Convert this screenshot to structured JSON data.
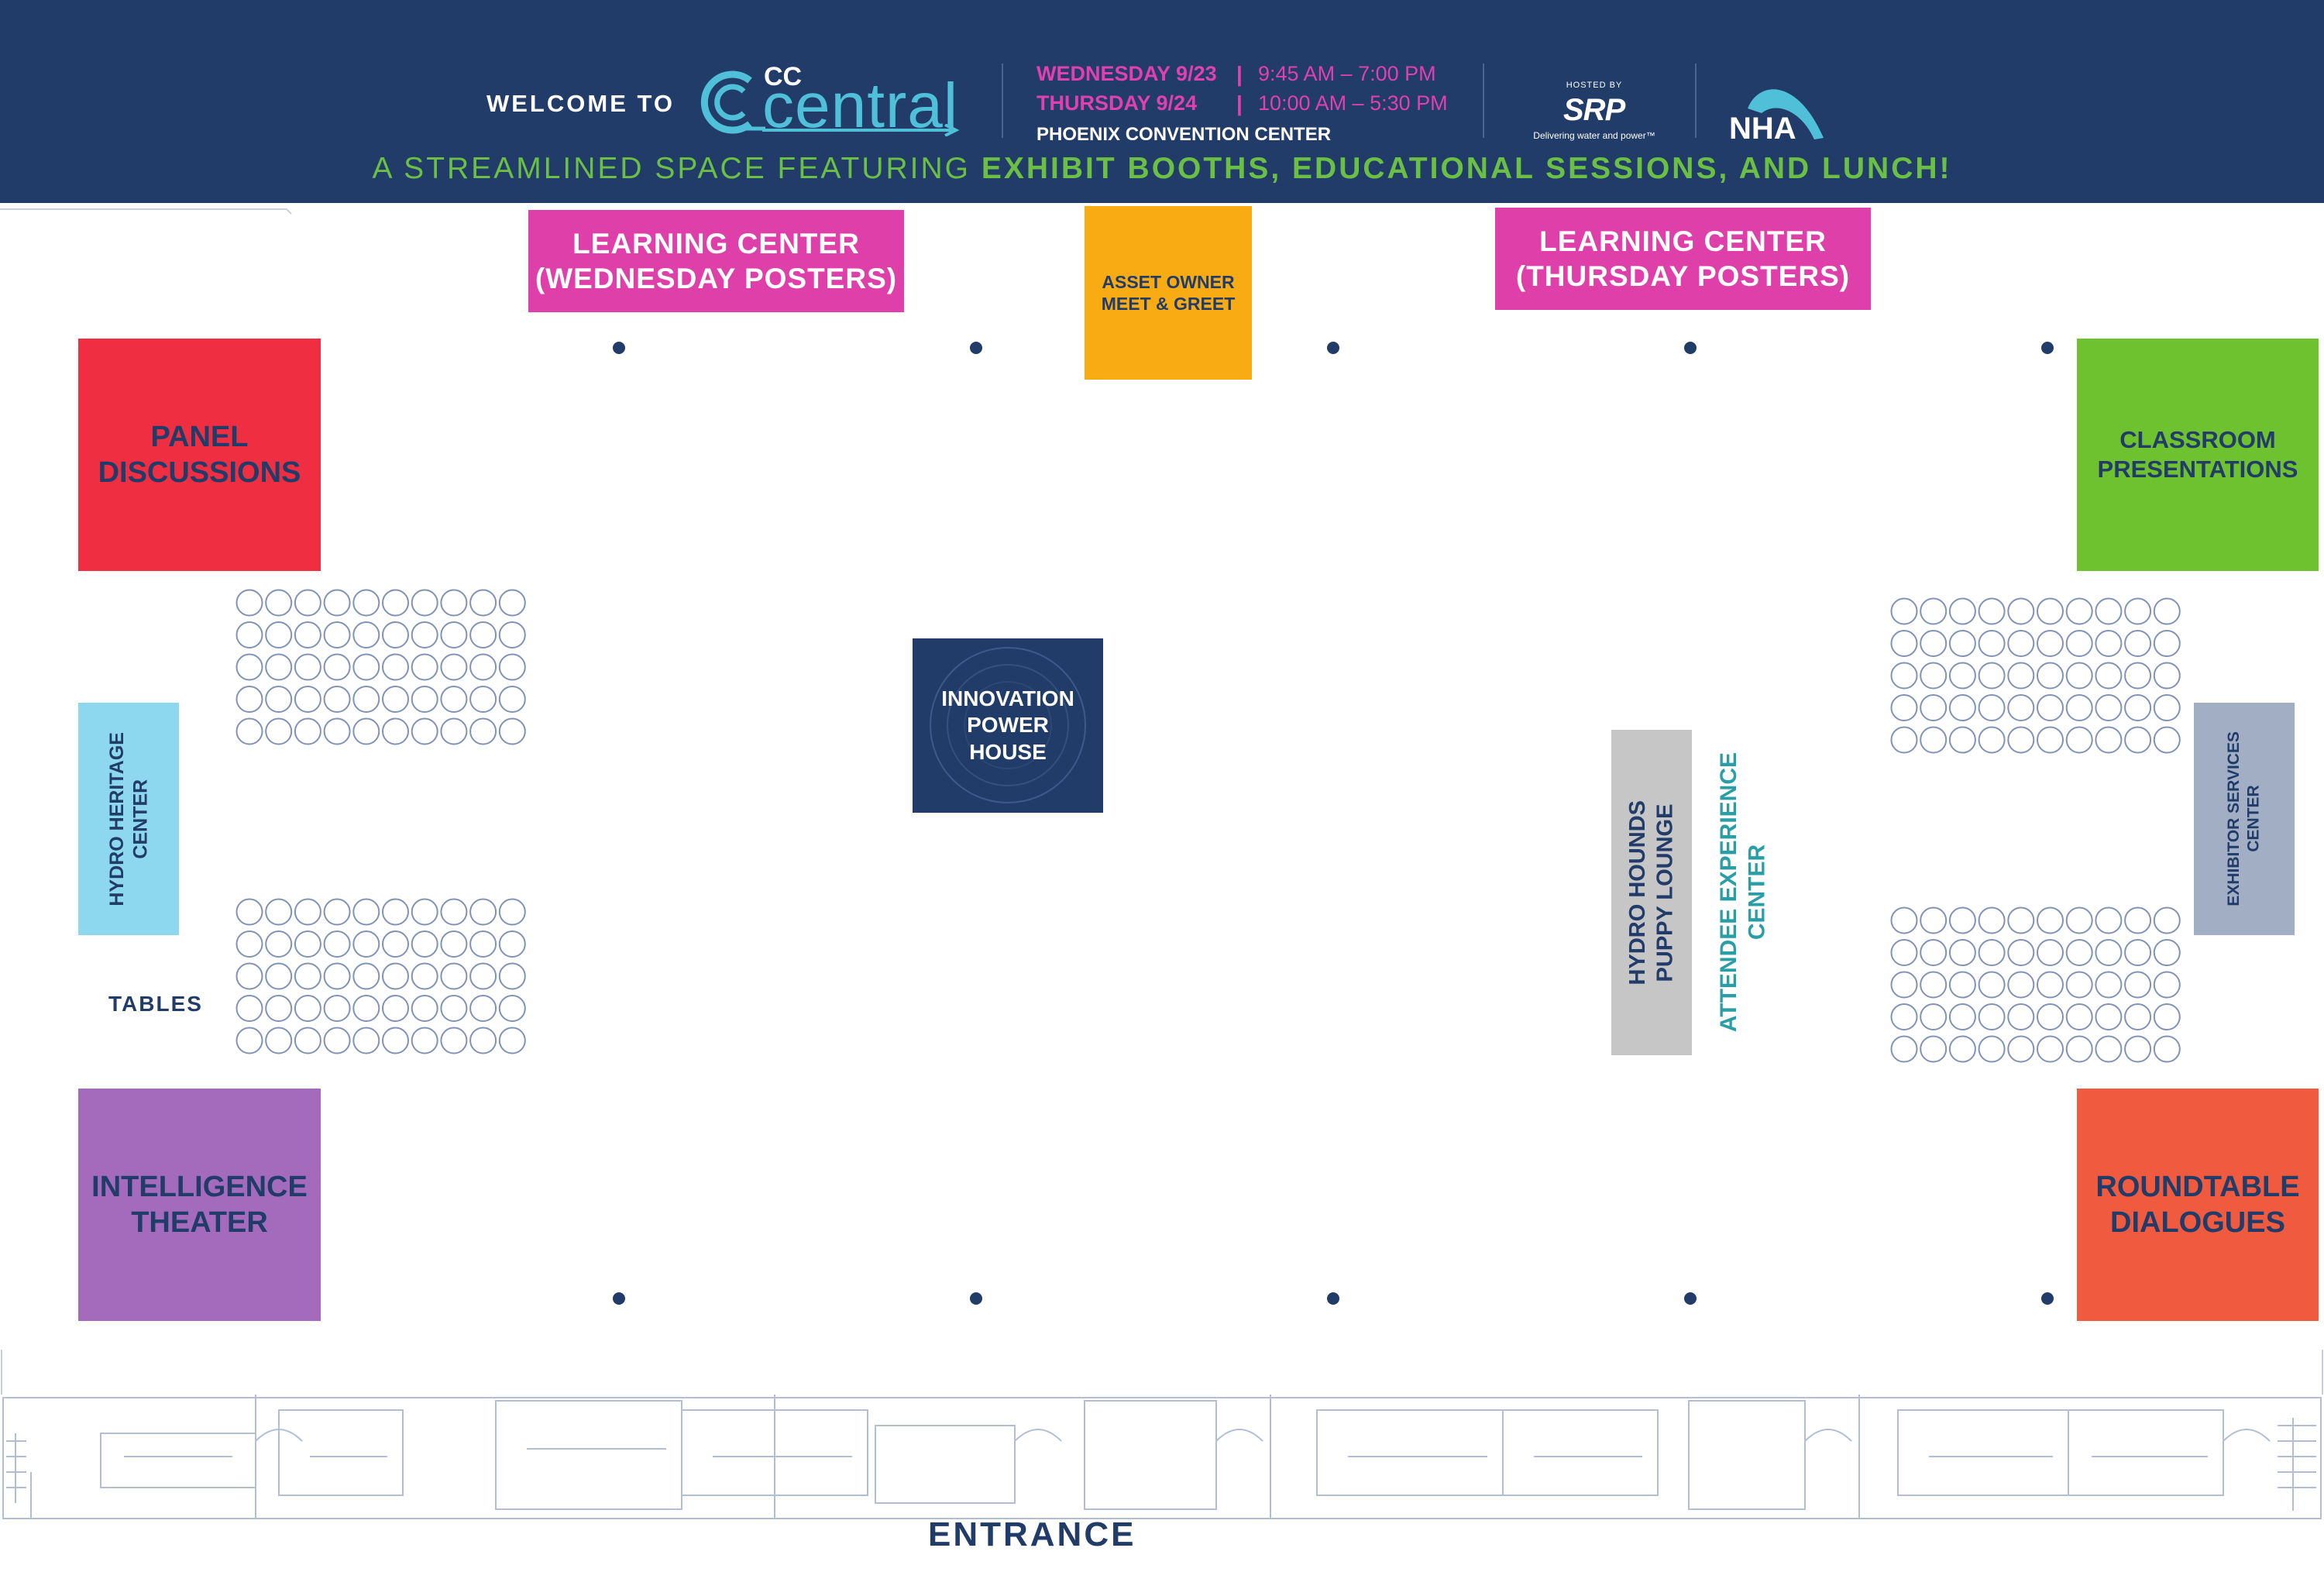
{
  "header": {
    "welcome": "WELCOME TO",
    "logo_cc": "CC",
    "logo_central": "central",
    "day1": "WEDNESDAY 9/23",
    "time1": "9:45 AM – 7:00 PM",
    "day2": "THURSDAY 9/24",
    "time2": "10:00 AM – 5:30 PM",
    "separator": "|",
    "venue": "PHOENIX CONVENTION CENTER",
    "hosted_by": "HOSTED BY",
    "host_logo": "SRP",
    "host_tagline": "Delivering water and power™",
    "partner_logo": "NHA",
    "tagline_prefix": "A STREAMLINED SPACE FEATURING",
    "tagline_highlight": "EXHIBIT BOOTHS, EDUCATIONAL SESSIONS, AND LUNCH!"
  },
  "zones": {
    "learning_wed": [
      "LEARNING CENTER",
      "(WEDNESDAY POSTERS)"
    ],
    "learning_thu": [
      "LEARNING CENTER",
      "(THURSDAY POSTERS)"
    ],
    "asset_owner": [
      "ASSET OWNER",
      "MEET & GREET"
    ],
    "panel": [
      "PANEL",
      "DISCUSSIONS"
    ],
    "classroom": [
      "CLASSROOM",
      "PRESENTATIONS"
    ],
    "intelligence": [
      "INTELLIGENCE",
      "THEATER"
    ],
    "roundtable": [
      "ROUNDTABLE",
      "DIALOGUES"
    ],
    "heritage": [
      "HYDRO HERITAGE",
      "CENTER"
    ],
    "exhibitor": [
      "EXHIBITOR SERVICES",
      "CENTER"
    ],
    "hounds": [
      "HYDRO HOUNDS",
      "PUPPY LOUNGE"
    ],
    "attendee": [
      "ATTENDEE EXPERIENCE",
      "CENTER"
    ],
    "innovation": [
      "INNOVATION",
      "POWER",
      "HOUSE"
    ]
  },
  "labels": {
    "tables": "TABLES",
    "entrance": "ENTRANCE"
  },
  "colors": {
    "navy": "#213c69",
    "pink": "#df3fa8",
    "green": "#6ec12f",
    "red": "#f02e42",
    "orange": "#f8ab13",
    "purple": "#a46bbd",
    "coral": "#f05b3f",
    "light_blue": "#8ed8ef",
    "teal": "#2a9ea7",
    "gray": "#c6c6c6",
    "slate": "#a2aec3"
  },
  "seating": {
    "block_rows": 5,
    "block_cols": 10
  }
}
